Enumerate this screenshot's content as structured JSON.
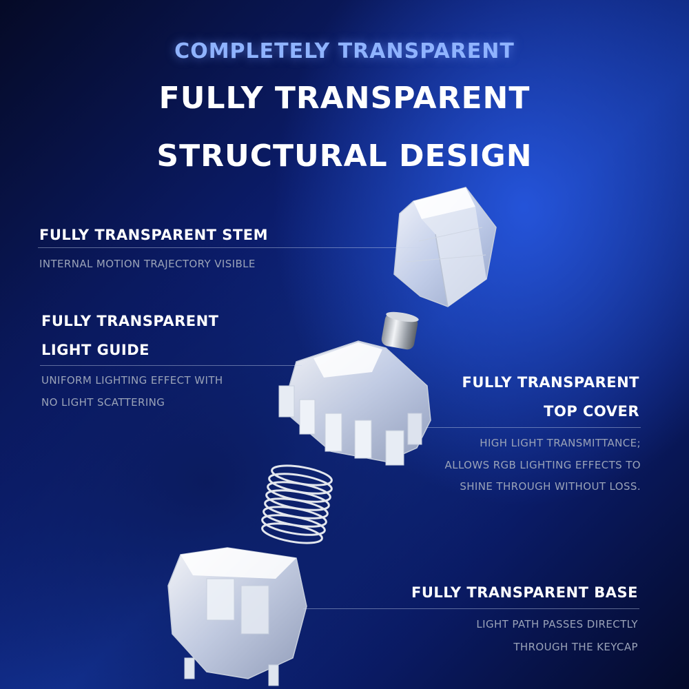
{
  "header": {
    "kicker": "COMPLETELY TRANSPARENT",
    "title_line1": "FULLY TRANSPARENT",
    "title_line2": "STRUCTURAL DESIGN"
  },
  "callouts": {
    "stem": {
      "title": "FULLY TRANSPARENT STEM",
      "desc": "INTERNAL MOTION TRAJECTORY VISIBLE"
    },
    "light_guide": {
      "title_line1": "FULLY TRANSPARENT",
      "title_line2": "LIGHT GUIDE",
      "desc_line1": "UNIFORM LIGHTING EFFECT WITH",
      "desc_line2": "NO LIGHT SCATTERING"
    },
    "top_cover": {
      "title_line1": "FULLY TRANSPARENT",
      "title_line2": "TOP COVER",
      "desc_line1": "HIGH LIGHT TRANSMITTANCE;",
      "desc_line2": "ALLOWS RGB LIGHTING EFFECTS TO",
      "desc_line3": "SHINE THROUGH WITHOUT LOSS."
    },
    "base": {
      "title": "FULLY TRANSPARENT BASE",
      "desc_line1": "LIGHT PATH PASSES DIRECTLY",
      "desc_line2": "THROUGH THE KEYCAP"
    }
  },
  "colors": {
    "kicker": "#8fb3ff",
    "title": "#ffffff",
    "desc": "#9aa3b8",
    "bg_accent": "#1e4ad6"
  }
}
